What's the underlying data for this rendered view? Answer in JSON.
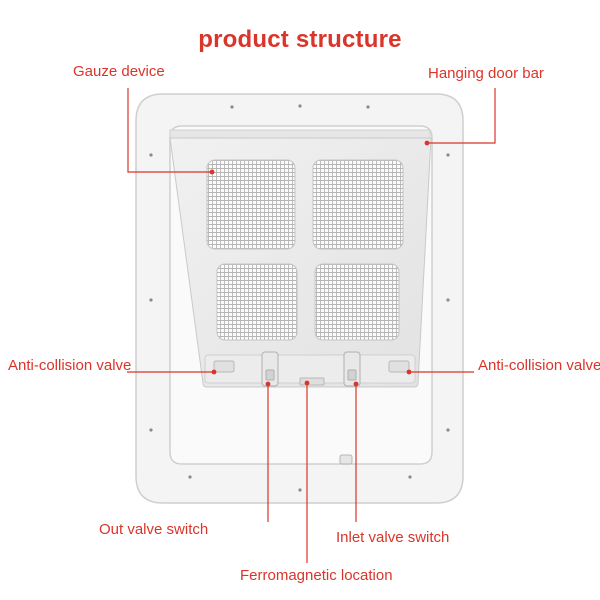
{
  "title": "product structure",
  "labels": {
    "gauze_device": "Gauze device",
    "hanging_door_bar": "Hanging door bar",
    "anti_collision_left": "Anti-collision valve",
    "anti_collision_right": "Anti-collision valve",
    "out_valve_switch": "Out valve switch",
    "inlet_valve_switch": "Inlet valve switch",
    "ferromagnetic_location": "Ferromagnetic location"
  },
  "colors": {
    "accent": "#d9352b",
    "frame": "#f3f3f3",
    "frame_edge": "#cfcfcf",
    "mesh": "#bcbcbc"
  }
}
